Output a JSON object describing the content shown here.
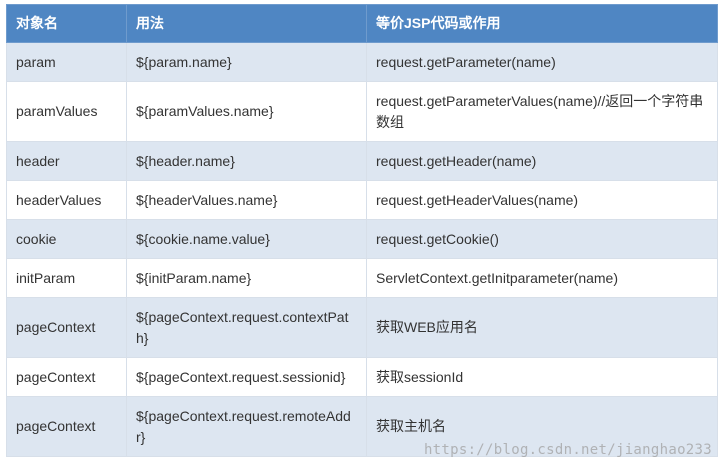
{
  "table": {
    "headers": [
      "对象名",
      "用法",
      "等价JSP代码或作用"
    ],
    "rows": [
      {
        "name": "param",
        "usage": "${param.name}",
        "equivalent": "request.getParameter(name)"
      },
      {
        "name": "paramValues",
        "usage": "${paramValues.name}",
        "equivalent": "request.getParameterValues(name)//返回一个字符串数组"
      },
      {
        "name": "header",
        "usage": "${header.name}",
        "equivalent": "request.getHeader(name)"
      },
      {
        "name": "headerValues",
        "usage": "${headerValues.name}",
        "equivalent": "request.getHeaderValues(name)"
      },
      {
        "name": "cookie",
        "usage": "${cookie.name.value}",
        "equivalent": "request.getCookie()"
      },
      {
        "name": "initParam",
        "usage": "${initParam.name}",
        "equivalent": "ServletContext.getInitparameter(name)"
      },
      {
        "name": "pageContext",
        "usage": "${pageContext.request.contextPath}",
        "equivalent": "获取WEB应用名"
      },
      {
        "name": "pageContext",
        "usage": "${pageContext.request.sessionid}",
        "equivalent": "获取sessionId"
      },
      {
        "name": "pageContext",
        "usage": "${pageContext.request.remoteAddr}",
        "equivalent": "获取主机名"
      }
    ]
  },
  "watermark": "https://blog.csdn.net/jianghao233",
  "colors": {
    "header_bg": "#4f86c3",
    "header_text": "#ffffff",
    "row_odd_bg": "#dde6f1",
    "row_even_bg": "#ffffff",
    "cell_text": "#333333"
  }
}
